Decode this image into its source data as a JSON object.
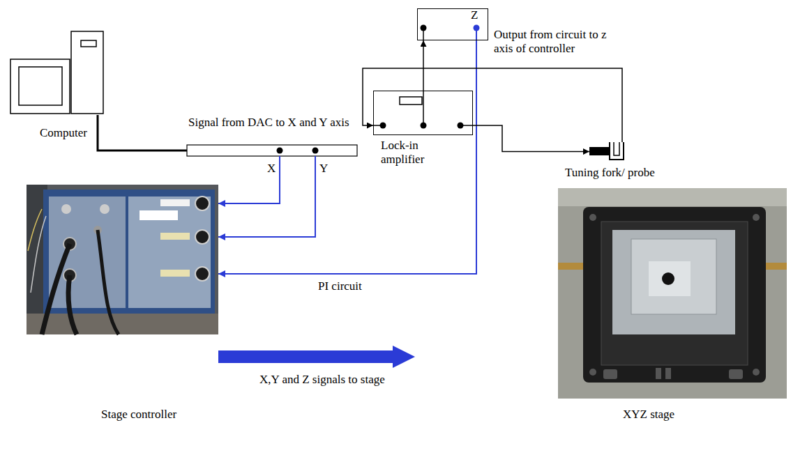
{
  "diagram": {
    "nodes": [
      {
        "text": [
          "Computer"
        ]
      },
      {
        "text": [
          "X",
          "Y"
        ]
      },
      {
        "text": [
          "Z"
        ]
      },
      {
        "text": [
          "Lock-in amplifier"
        ]
      },
      {
        "text": [
          "Tuning fork/ probe"
        ]
      },
      {
        "text": [
          "Stage controller"
        ]
      },
      {
        "text": [
          "XYZ stage"
        ]
      }
    ],
    "edges": [
      {
        "from": 0,
        "to": 1,
        "arrow": "none"
      },
      {
        "from": 1,
        "to": 5,
        "arrow": "to"
      },
      {
        "from": 1,
        "to": 5,
        "arrow": "to"
      },
      {
        "from": 2,
        "to": 5,
        "arrow": "to"
      },
      {
        "from": 3,
        "to": 2,
        "arrow": "to"
      },
      {
        "from": 3,
        "to": 4,
        "arrow": "to"
      },
      {
        "from": 4,
        "to": 3,
        "arrow": "to"
      },
      {
        "from": 5,
        "to": 6,
        "arrow": "to",
        "label": "X,Y and Z signals to stage"
      }
    ],
    "labels": [
      "Signal from DAC to X and Y axis",
      "Output from circuit to z axis of controller",
      "PI circuit"
    ]
  }
}
